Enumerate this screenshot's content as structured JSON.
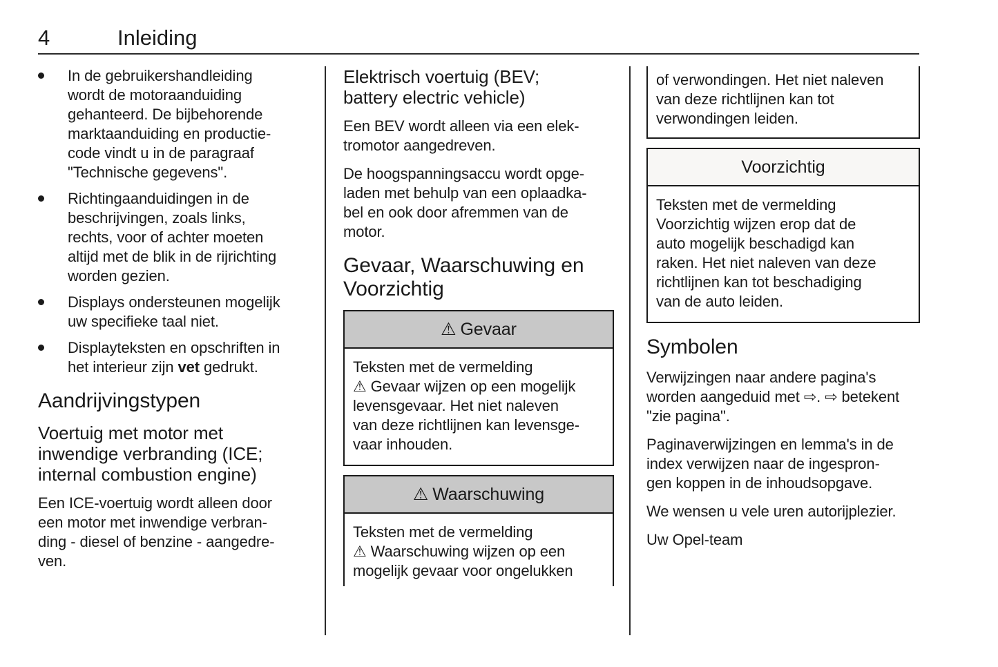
{
  "page": {
    "number": "4",
    "title": "Inleiding"
  },
  "colors": {
    "text": "#1a1a1a",
    "box_border": "#1a1a1a",
    "box_header_gray": "#c8c8c8",
    "caution_header_bg": "#f8f7f5"
  },
  "col1": {
    "bullets": [
      {
        "text": "In de gebruikershandleiding\nwordt de motoraanduiding\ngehanteerd. De bijbehorende\nmarktaanduiding en productie-\ncode vindt u in de paragraaf\n\"Technische gegevens\"."
      },
      {
        "text": "Richtingaanduidingen in de\nbeschrijvingen, zoals links,\nrechts, voor of achter moeten\naltijd met de blik in de rijrichting\nworden gezien."
      },
      {
        "text": "Displays ondersteunen mogelijk\nuw specifieke taal niet."
      },
      {
        "pre": "Displayteksten en opschriften in\nhet interieur zijn ",
        "bold": "vet",
        "post": " gedrukt."
      }
    ],
    "heading": "Aandrijvingstypen",
    "subheading": "Voertuig met motor met\ninwendige verbranding (ICE;\ninternal combustion engine)",
    "paragraph": "Een ICE-voertuig wordt alleen door\neen motor met inwendige verbran-\nding - diesel of benzine - aangedre-\nven."
  },
  "col2": {
    "subheading": "Elektrisch voertuig (BEV;\nbattery electric vehicle)",
    "para1": "Een BEV wordt alleen via een elek-\ntromotor aangedreven.",
    "para2": "De hoogspanningsaccu wordt opge-\nladen met behulp van een oplaadka-\nbel en ook door afremmen van de\nmotor.",
    "heading": "Gevaar, Waarschuwing en\nVoorzichtig",
    "danger_box": {
      "icon": "⚠",
      "title": "Gevaar",
      "body": "Teksten met de vermelding\n⚠ Gevaar wijzen op een mogelijk\nlevensgevaar. Het niet naleven\nvan deze richtlijnen kan levensge-\nvaar inhouden."
    },
    "warning_box": {
      "icon": "⚠",
      "title": "Waarschuwing",
      "body": "Teksten met de vermelding\n⚠ Waarschuwing wijzen op een\nmogelijk gevaar voor ongelukken"
    }
  },
  "col3": {
    "warning_continuation": "of verwondingen. Het niet naleven\nvan deze richtlijnen kan tot\nverwondingen leiden.",
    "caution_box": {
      "title": "Voorzichtig",
      "body": "Teksten met de vermelding\nVoorzichtig wijzen erop dat de\nauto mogelijk beschadigd kan\nraken. Het niet naleven van deze\nrichtlijnen kan tot beschadiging\nvan de auto leiden."
    },
    "heading": "Symbolen",
    "para1": "Verwijzingen naar andere pagina's\nworden aangeduid met ⇨. ⇨ betekent\n\"zie pagina\".",
    "para2": "Paginaverwijzingen en lemma's in de\nindex verwijzen naar de ingespron-\ngen koppen in de inhoudsopgave.",
    "para3": "We wensen u vele uren autorijplezier.",
    "para4": "Uw Opel-team"
  }
}
